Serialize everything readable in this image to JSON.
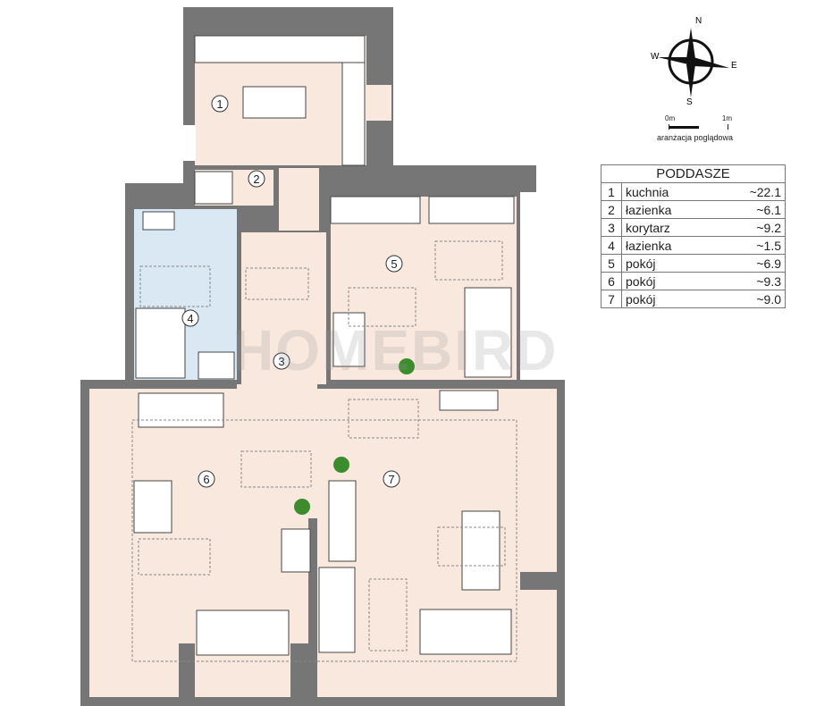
{
  "legend": {
    "title": "PODDASZE",
    "rows": [
      {
        "n": "1",
        "name": "kuchnia",
        "area": "~22.1"
      },
      {
        "n": "2",
        "name": "łazienka",
        "area": "~6.1"
      },
      {
        "n": "3",
        "name": "korytarz",
        "area": "~9.2"
      },
      {
        "n": "4",
        "name": "łazienka",
        "area": "~1.5"
      },
      {
        "n": "5",
        "name": "pokój",
        "area": "~6.9"
      },
      {
        "n": "6",
        "name": "pokój",
        "area": "~9.3"
      },
      {
        "n": "7",
        "name": "pokój",
        "area": "~9.0"
      }
    ]
  },
  "compass": {
    "n": "N",
    "e": "E",
    "s": "S",
    "w": "W"
  },
  "scale": {
    "start": "0m",
    "end": "1m",
    "caption": "aranżacja poglądowa"
  },
  "watermark": "HOMEBIRD",
  "room_labels": [
    "1",
    "2",
    "3",
    "4",
    "5",
    "6",
    "7"
  ],
  "colors": {
    "wall": "#767676",
    "floor": "#f8e8de",
    "bath": "#d9e8f3",
    "furniture": "#ffffff"
  }
}
